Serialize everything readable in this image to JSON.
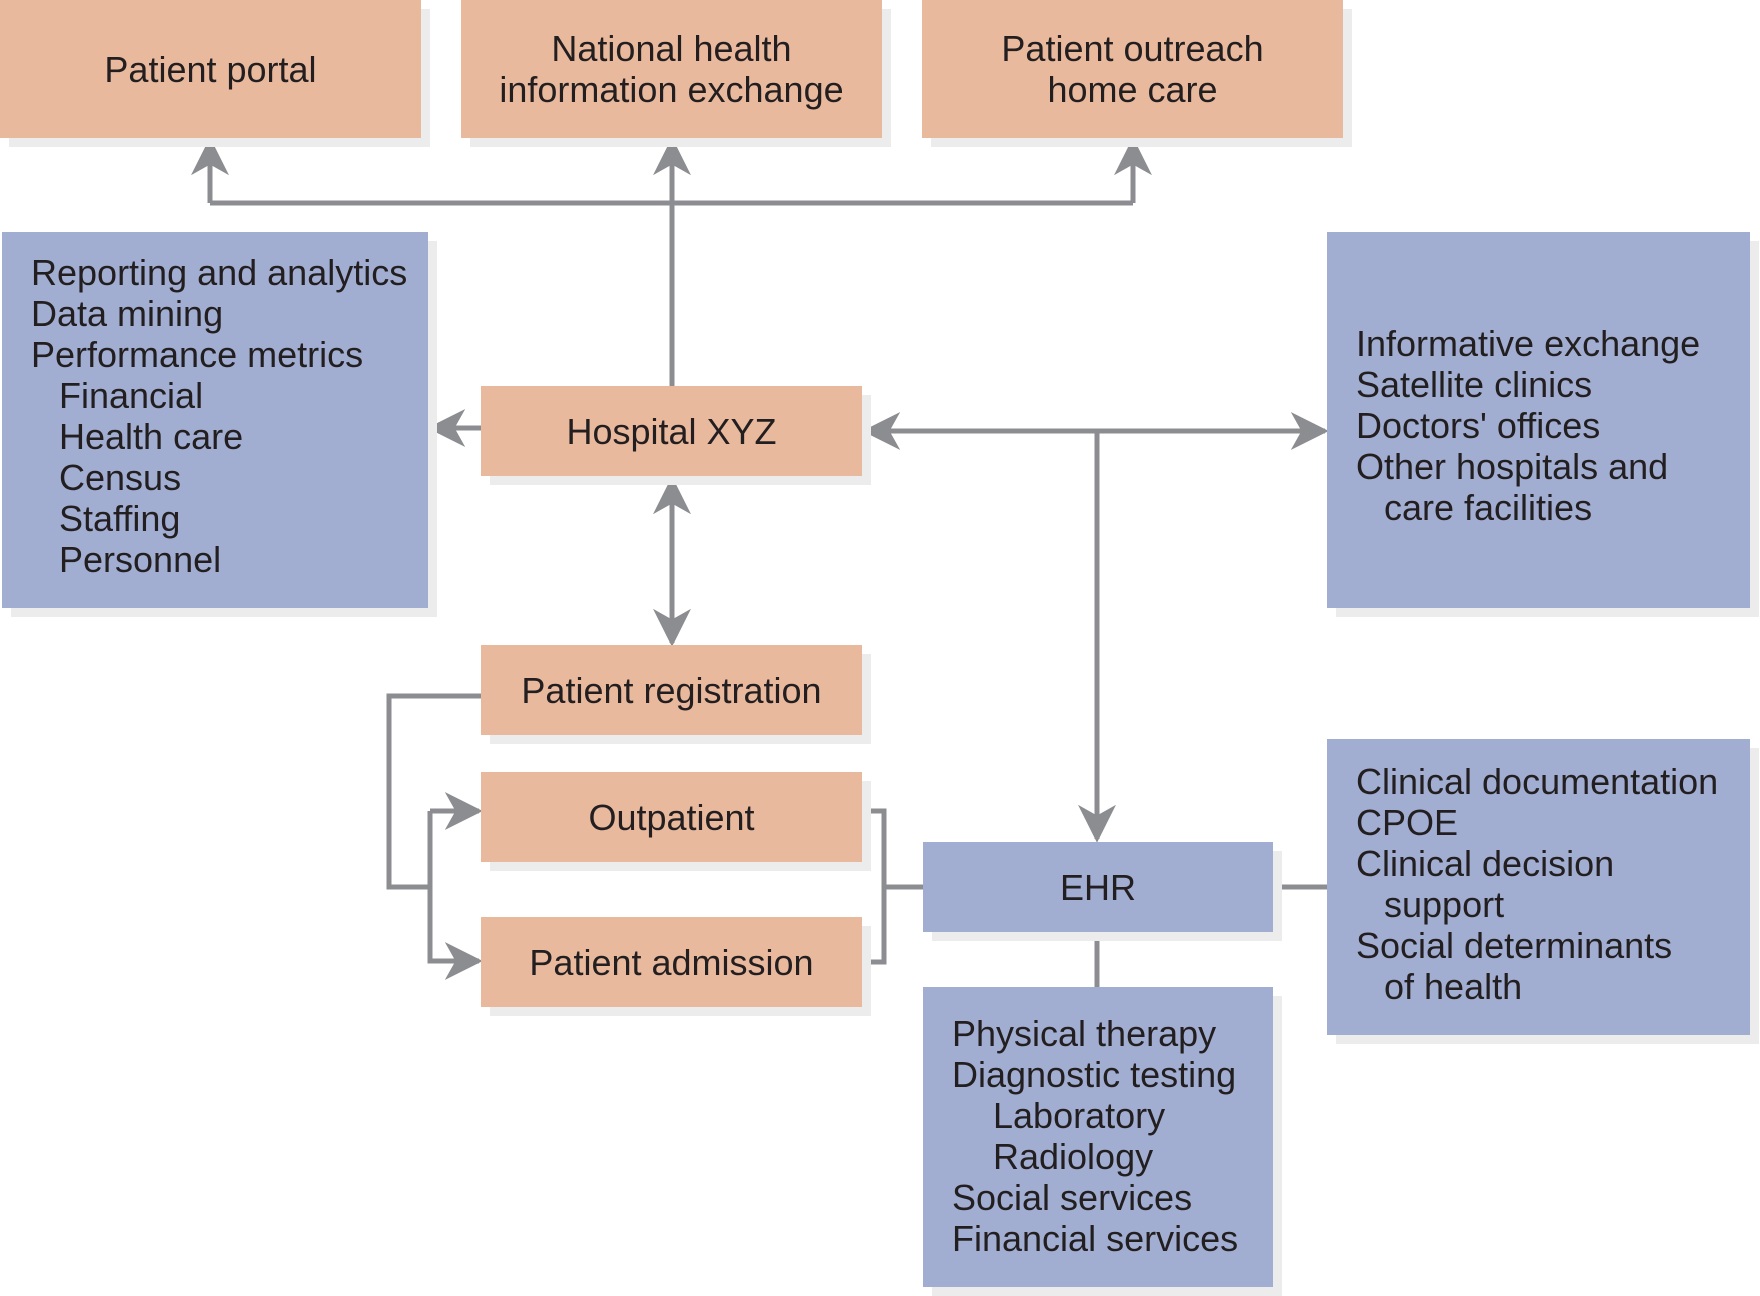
{
  "colors": {
    "node_fill": "#e9b99e",
    "module_fill": "#a1aed2",
    "connector": "#8c8d90",
    "text": "#231f20"
  },
  "nodes": {
    "patient_portal": "Patient portal",
    "national_hie": [
      "National health",
      "information exchange"
    ],
    "patient_outreach": [
      "Patient outreach",
      "home care"
    ],
    "hospital": "Hospital XYZ",
    "patient_registration": "Patient registration",
    "outpatient": "Outpatient",
    "patient_admission": "Patient admission",
    "ehr": "EHR"
  },
  "modules": {
    "analytics": {
      "items": [
        "Reporting and analytics",
        "Data mining",
        "Performance metrics"
      ],
      "metrics": [
        "Financial",
        "Health care",
        "Census",
        "Staffing",
        "Personnel"
      ]
    },
    "exchange": {
      "items": [
        "Informative exchange",
        "Satellite clinics",
        "Doctors' offices",
        "Other hospitals and"
      ],
      "continuation": "care facilities"
    },
    "clinical": {
      "items": [
        "Clinical documentation",
        "CPOE",
        "Clinical decision"
      ],
      "cont1": "support",
      "item4": "Social determinants",
      "cont2": "of health"
    },
    "services": {
      "items": [
        "Physical therapy",
        "Diagnostic testing"
      ],
      "testing": [
        "Laboratory",
        "Radiology"
      ],
      "items2": [
        "Social services",
        "Financial services"
      ]
    }
  }
}
